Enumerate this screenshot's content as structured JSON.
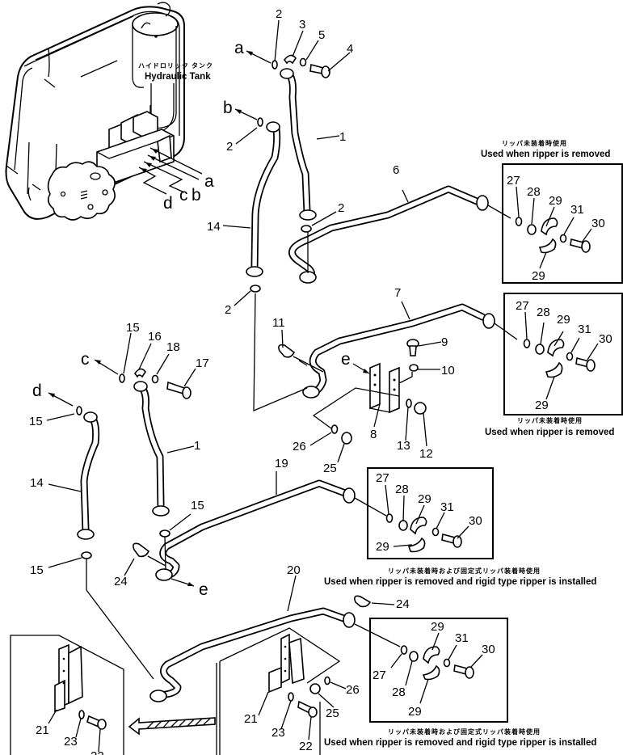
{
  "title": "Hydraulic piping parts diagram",
  "tank": {
    "label_jp": "ハイドロリック タンク",
    "label_en": "Hydraulic Tank",
    "port_letters": [
      "a",
      "b",
      "c",
      "d"
    ]
  },
  "connection_letters": {
    "a": "a",
    "b": "b",
    "c": "c",
    "d": "d",
    "e": "e"
  },
  "callouts": {
    "p1": "1",
    "p2": "2",
    "p3": "3",
    "p4": "4",
    "p5": "5",
    "p6": "6",
    "p7": "7",
    "p8": "8",
    "p9": "9",
    "p10": "10",
    "p11": "11",
    "p12": "12",
    "p13": "13",
    "p14": "14",
    "p15": "15",
    "p16": "16",
    "p17": "17",
    "p18": "18",
    "p19": "19",
    "p20": "20",
    "p21": "21",
    "p22": "22",
    "p23": "23",
    "p24": "24",
    "p25": "25",
    "p26": "26",
    "p27": "27",
    "p28": "28",
    "p29": "29",
    "p30": "30",
    "p31": "31"
  },
  "inset_captions": [
    {
      "jp": "リッパ未装着時使用",
      "en": "Used when ripper is removed"
    },
    {
      "jp": "リッパ未装着時使用",
      "en": "Used when ripper is removed"
    },
    {
      "jp": "リッパ未装着時および固定式リッパ装着時使用",
      "en": "Used when ripper is removed and rigid type ripper is installed"
    },
    {
      "jp": "リッパ未装着時および固定式リッパ装着時使用",
      "en": "Used when ripper is removed and rigid type ripper is installed"
    }
  ]
}
